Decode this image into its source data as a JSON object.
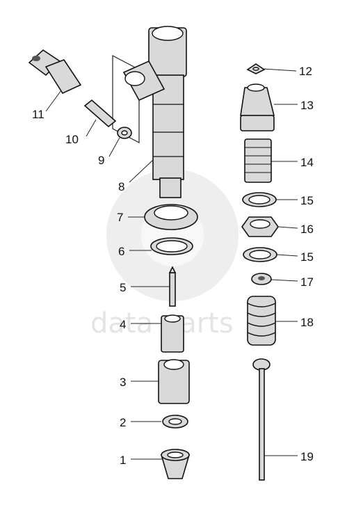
{
  "watermark": {
    "text": "data parts",
    "color": "#cfcfcf"
  },
  "callouts": [
    {
      "id": "1",
      "label": "1"
    },
    {
      "id": "2",
      "label": "2"
    },
    {
      "id": "3",
      "label": "3"
    },
    {
      "id": "4",
      "label": "4"
    },
    {
      "id": "5",
      "label": "5"
    },
    {
      "id": "6",
      "label": "6"
    },
    {
      "id": "7",
      "label": "7"
    },
    {
      "id": "8",
      "label": "8"
    },
    {
      "id": "9",
      "label": "9"
    },
    {
      "id": "10",
      "label": "10"
    },
    {
      "id": "11",
      "label": "11"
    },
    {
      "id": "12",
      "label": "12"
    },
    {
      "id": "13",
      "label": "13"
    },
    {
      "id": "14",
      "label": "14"
    },
    {
      "id": "15a",
      "label": "15"
    },
    {
      "id": "16",
      "label": "16"
    },
    {
      "id": "15b",
      "label": "15"
    },
    {
      "id": "17",
      "label": "17"
    },
    {
      "id": "18",
      "label": "18"
    },
    {
      "id": "19",
      "label": "19"
    }
  ]
}
